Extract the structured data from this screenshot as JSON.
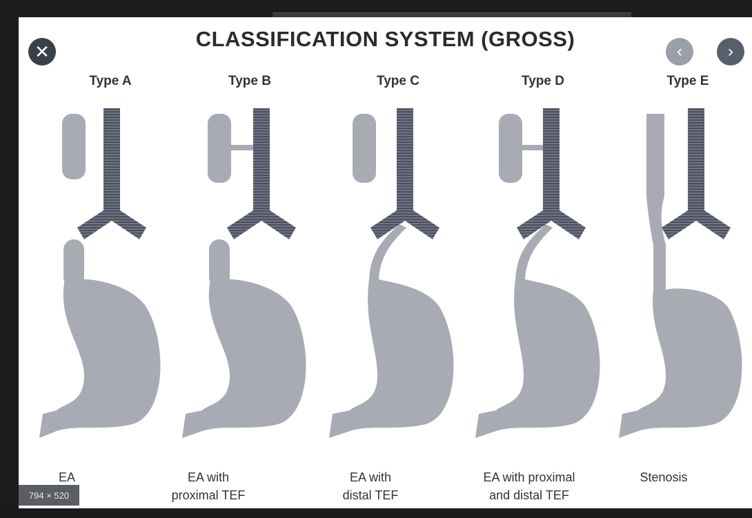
{
  "title": "CLASSIFICATION SYSTEM (GROSS)",
  "nav": {
    "close_icon": "close-icon",
    "prev_icon": "chevron-left-icon",
    "next_icon": "chevron-right-icon",
    "close_glyph": "✕",
    "prev_glyph": "‹",
    "next_glyph": "›"
  },
  "types": [
    {
      "label": "Type A",
      "caption_line1": "EA",
      "caption_line2": ""
    },
    {
      "label": "Type B",
      "caption_line1": "EA with",
      "caption_line2": "proximal TEF"
    },
    {
      "label": "Type C",
      "caption_line1": "EA with",
      "caption_line2": "distal TEF"
    },
    {
      "label": "Type D",
      "caption_line1": "EA with proximal",
      "caption_line2": "and distal TEF"
    },
    {
      "label": "Type E",
      "caption_line1": "Stenosis",
      "caption_line2": ""
    }
  ],
  "image_dimensions": "794 × 520",
  "colors": {
    "organ": "#a9abb4",
    "trachea": "#4b4f5e",
    "title": "#2b2b2b"
  }
}
